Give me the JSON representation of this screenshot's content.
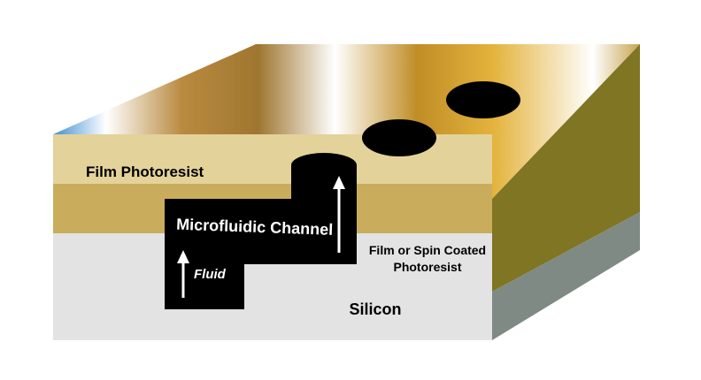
{
  "labels": {
    "film_photoresist": "Film Photoresist",
    "microfluidic_channel": "Microfluidic Channel",
    "fluid": "Fluid",
    "film_or_spin_line1": "Film or Spin Coated",
    "film_or_spin_line2": "Photoresist",
    "silicon": "Silicon"
  },
  "colors": {
    "top_layer_front": "#e3d29a",
    "middle_layer_front": "#c9ad5c",
    "silicon_front": "#e3e3e3",
    "right_side_top": "#7f7522",
    "right_side_silicon": "#7f8a84",
    "channel": "#000000",
    "arrow": "#ffffff"
  }
}
